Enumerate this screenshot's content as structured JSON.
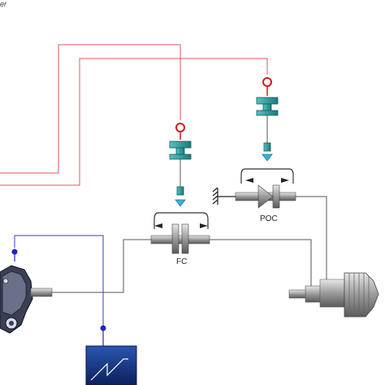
{
  "labels": {
    "top_left_fragment": "er",
    "fc": "FC",
    "poc": "POC"
  },
  "colors": {
    "signal_line": "#e05a5a",
    "electrical_line": "#3a3ad8",
    "mechanical_line": "#555555",
    "actuator": "#2a9a9a",
    "sensor_red": "#d81818",
    "sensor_blue": "#2222cc",
    "scope_box": "#1a3a8a",
    "shaft": "#9a9a9a"
  },
  "icons": {
    "engine": "engine-icon",
    "gearbox": "gearbox-icon",
    "ground": "fixed-ground-icon",
    "scope": "scope-icon"
  }
}
